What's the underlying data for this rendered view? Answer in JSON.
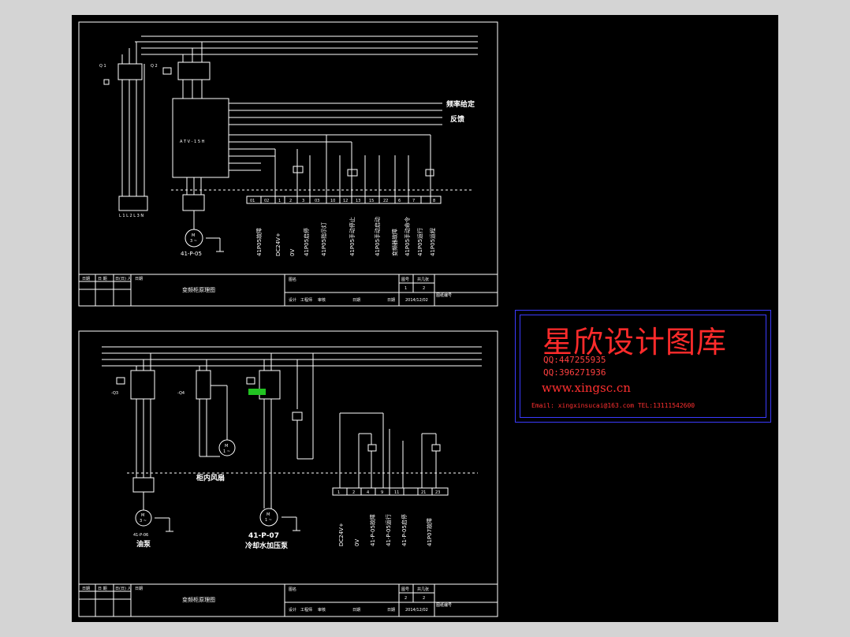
{
  "top": {
    "annot_freq": "频率给定",
    "annot_feedback": "反馈",
    "inverter": "A T V - 1 5 H",
    "motor_id": "41-P-05",
    "terminals": [
      "01",
      "02",
      "1",
      "2",
      "3",
      "03",
      "10",
      "12",
      "13",
      "15",
      "22",
      "6",
      "7",
      "8"
    ],
    "labels": [
      "41P05故障",
      "DC24V+",
      "0V",
      "41P05启停",
      "41P05指示灯",
      "41P05手动停止",
      "41P05手动启动",
      "变频器故障",
      "41P05手动命令",
      "41P05运行",
      "41P05运程"
    ],
    "title_text": "变频柜原理图",
    "date": "2014/12/02",
    "sheet_a": "1",
    "sheet_b": "2"
  },
  "bottom": {
    "cabinet_fan": "柜内风扇",
    "motor1_id": "41-P-06",
    "motor1_name": "油泵",
    "motor2_id": "41-P-07",
    "motor2_name": "冷却水加压泵",
    "terminals": [
      "1",
      "2",
      "4",
      "9",
      "11",
      "21",
      "23"
    ],
    "labels": [
      "DC24V+",
      "0V",
      "41-P-05故障",
      "41-P-05运行",
      "41-P-05启停",
      "41P07故障"
    ],
    "title_text": "变频柜原理图",
    "date": "2014/12/02",
    "sheet_a": "2",
    "sheet_b": "2"
  },
  "watermark": {
    "title": "星欣设计图库",
    "qq1": "QQ:447255935",
    "qq2": "QQ:396271936",
    "url": "www.xingsc.cn",
    "contact": "Email: xingxinsucai@163.com  TEL:13111542600"
  }
}
